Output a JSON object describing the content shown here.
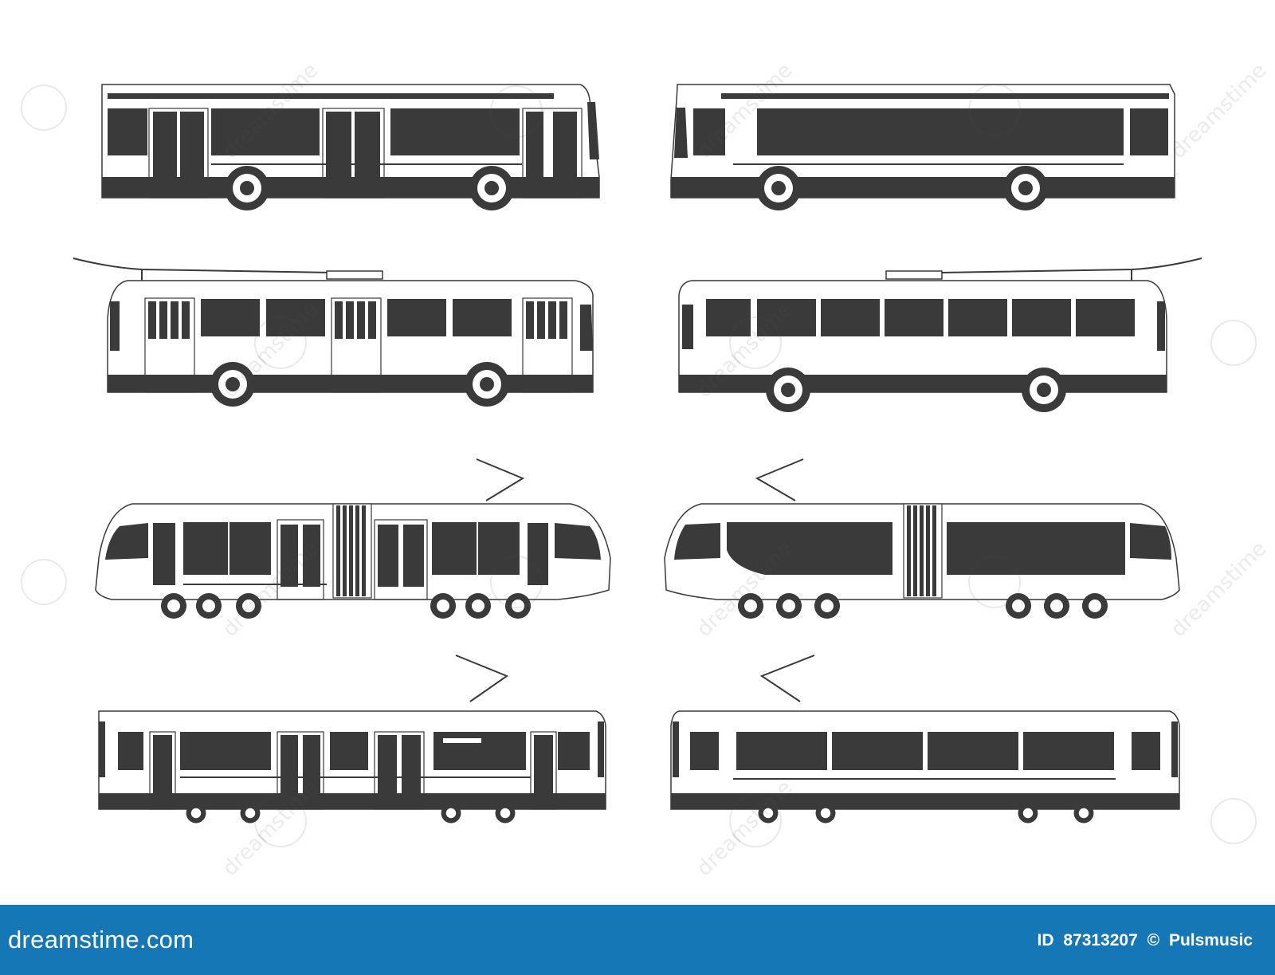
{
  "footer": {
    "brand": "dreamstime.com",
    "id_label": "ID",
    "id_number": "87313207",
    "copyright_symbol": "©",
    "author": "Pulsmusic"
  },
  "watermark": {
    "text": "dreamstime"
  },
  "colors": {
    "vehicle_fill": "#3a3a3a",
    "footer_background": "#1677b6",
    "footer_text": "#ffffff"
  },
  "vehicles": [
    {
      "kind": "bus",
      "view": "left-side"
    },
    {
      "kind": "bus",
      "view": "right-side"
    },
    {
      "kind": "trolleybus",
      "view": "left-side"
    },
    {
      "kind": "trolleybus",
      "view": "right-side"
    },
    {
      "kind": "articulated-tram",
      "view": "left-side"
    },
    {
      "kind": "articulated-tram",
      "view": "right-side"
    },
    {
      "kind": "tram",
      "view": "left-side"
    },
    {
      "kind": "tram",
      "view": "right-side"
    }
  ]
}
